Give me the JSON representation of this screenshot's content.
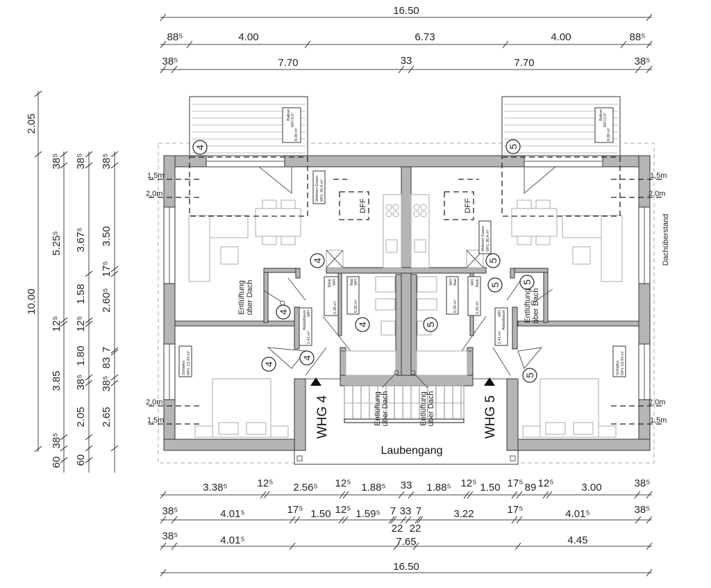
{
  "dimensions": {
    "top": {
      "overall": "16.50",
      "row2": [
        "88⁵",
        "4.00",
        "6.73",
        "4.00",
        "88⁵"
      ],
      "row3": [
        "38⁵",
        "7.70",
        "33",
        "7.70",
        "38⁵"
      ]
    },
    "bottom": {
      "row1": [
        "3.38⁵",
        "12⁵",
        "2.56⁵",
        "12⁵",
        "1.88⁵",
        "33",
        "1.88⁵",
        "12⁵",
        "1.50",
        "17⁵",
        "89",
        "12⁵",
        "3.00",
        "38⁵"
      ],
      "row2": [
        "38⁵",
        "4.01⁵",
        "17⁵",
        "1.50",
        "12⁵",
        "1.59⁵",
        "7",
        "33",
        "7",
        "3.22",
        "17⁵",
        "4.01⁵",
        "38⁵"
      ],
      "row3": [
        "38⁵",
        "4.01⁵",
        "22",
        "22",
        "7.65",
        "4.45"
      ],
      "overall": "16.50"
    },
    "left": {
      "col1": [
        "2.05",
        "10.00"
      ],
      "col2": [
        "38⁵",
        "5.25⁵",
        "12⁵",
        "3.85",
        "38⁵",
        "60"
      ],
      "col3": [
        "38⁵",
        "3.67⁵",
        "1.58",
        "12⁵",
        "1.80",
        "38⁵",
        "2.05",
        "60"
      ],
      "col4": [
        "38⁵",
        "3.50",
        "17⁵",
        "2.60⁵",
        "7",
        "83",
        "38⁵",
        "2.65"
      ]
    }
  },
  "height_marks": {
    "h15": "1,5m",
    "h20": "2,0m"
  },
  "roof_overhang_label": "Dachüberstand",
  "rooms": {
    "balkon": {
      "name": "Balkon",
      "wfl": "WFl 0,5*",
      "area": "8,00 m²"
    },
    "wohnen": {
      "name": "Wohnen Essen",
      "wfl": "WFL  30,4 m²"
    },
    "diele": {
      "name": "Diele",
      "wfl": "WFl",
      "area": "5,26 m²"
    },
    "bad": {
      "name": "Bad",
      "wfl": "WFl",
      "area": "6,35 m²"
    },
    "abstell": {
      "name": "Abstellraum",
      "wfl": "WFl",
      "area": "1,41 m²"
    },
    "schlafen": {
      "name": "Schlafen",
      "wfl": "WFL  13,43 m²"
    }
  },
  "dff_label": "DFF",
  "vent": {
    "line1": "Entlüftung",
    "line2": "über Dach"
  },
  "units": {
    "left": "4",
    "right": "5",
    "left_label": "WHG 4",
    "right_label": "WHG 5"
  },
  "corridor_label": "Laubengang"
}
